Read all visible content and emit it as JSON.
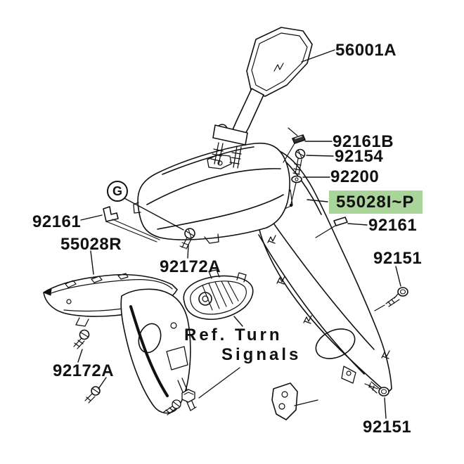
{
  "diagram_type": "motorcycle-fairing-parts-exploded-diagram",
  "colors": {
    "background": "#ffffff",
    "line": "#111111",
    "highlight_bg": "#a9d59b",
    "text": "#111111"
  },
  "labels": {
    "mirror": "56001A",
    "trim_clip_top": "92161B",
    "screw_upper": "92154",
    "washer": "92200",
    "main_cowling_highlighted": "55028I~P",
    "damper_right": "92161",
    "damper_left": "92161",
    "bolt_upper_right": "92151",
    "bolt_lower_right": "92151",
    "inner_cover_right": "55028R",
    "screw_center": "92172A",
    "screw_lower_left": "92172A"
  },
  "annotations": {
    "detail_marker": "G",
    "reference_note_line1": "Ref. Turn",
    "reference_note_line2": "Signals"
  }
}
